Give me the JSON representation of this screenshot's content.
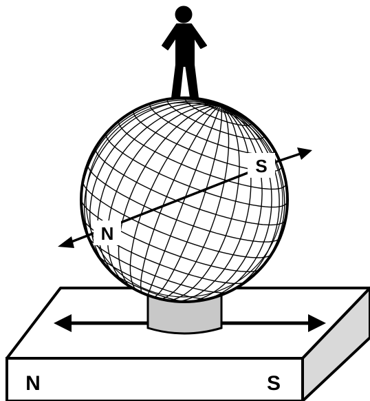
{
  "labels": {
    "magnet_north": "N",
    "magnet_south": "S",
    "globe_north": "N",
    "globe_south": "S"
  },
  "colors": {
    "ink": "#000000",
    "paper": "#ffffff",
    "magnet_side": "#d9d9d9",
    "stand": "#c8c8c8"
  }
}
